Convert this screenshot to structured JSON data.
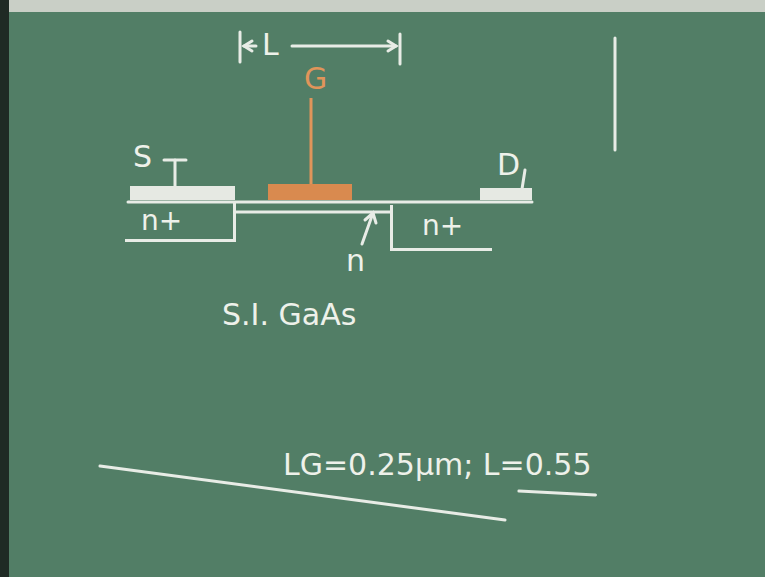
{
  "diagram": {
    "nodes": [
      {
        "text": [
          "n+"
        ]
      },
      {
        "text": [
          "n+"
        ]
      }
    ],
    "labels": [
      "L",
      "G",
      "S",
      "D",
      "n",
      "S.I. GaAs",
      "LG=0.25μm; L=0.55"
    ]
  }
}
